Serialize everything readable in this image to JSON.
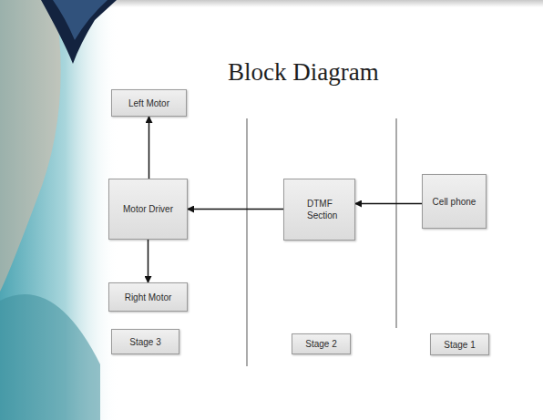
{
  "diagram": {
    "title": "Block Diagram",
    "nodes": [
      {
        "text": [
          "Left Motor"
        ]
      },
      {
        "text": [
          "Motor Driver"
        ]
      },
      {
        "text": [
          "Right Motor"
        ]
      },
      {
        "text": [
          "DTMF Section"
        ]
      },
      {
        "text": [
          "Cell phone"
        ]
      },
      {
        "text": [
          "Stage 3"
        ]
      },
      {
        "text": [
          "Stage 2"
        ]
      },
      {
        "text": [
          "Stage 1"
        ]
      }
    ],
    "edges": [
      {
        "from": 4,
        "to": 3,
        "arrow": "to"
      },
      {
        "from": 3,
        "to": 1,
        "arrow": "to"
      },
      {
        "from": 1,
        "to": 0,
        "arrow": "to"
      },
      {
        "from": 1,
        "to": 2,
        "arrow": "to"
      }
    ]
  }
}
